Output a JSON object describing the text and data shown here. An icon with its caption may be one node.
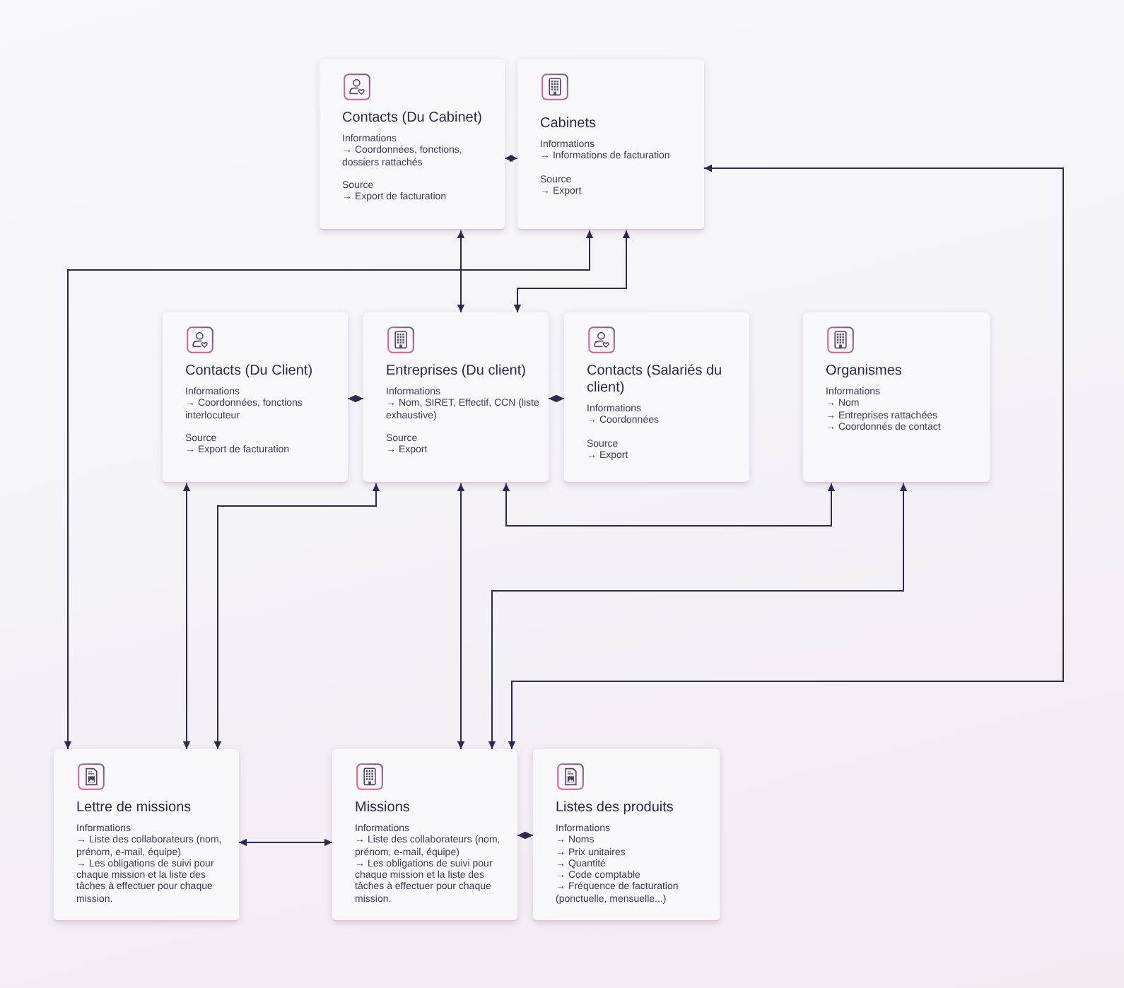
{
  "diagram": {
    "nodes": [
      {
        "text": [
          "Contacts (Du Cabinet)",
          "Informations",
          "→ Coordonnées, fonctions, dossiers rattachés",
          "Source",
          "→ Export de facturation"
        ]
      },
      {
        "text": [
          "Cabinets",
          "Informations",
          "→ Informations de facturation",
          "Source",
          "→ Export"
        ]
      },
      {
        "text": [
          "Contacts (Du Client)",
          "Informations",
          "→ Coordonnées, fonctions interlocuteur",
          "Source",
          "→ Export de facturation"
        ]
      },
      {
        "text": [
          "Entreprises (Du client)",
          "Informations",
          "→ Nom, SIRET, Effectif, CCN (liste exhaustive)",
          "Source",
          "→ Export"
        ]
      },
      {
        "text": [
          "Contacts (Salariés du client)",
          "Informations",
          "→ Coordonnées",
          "Source",
          "→ Export"
        ]
      },
      {
        "text": [
          "Organismes",
          "Informations",
          "→ Nom",
          "→ Entreprises rattachées",
          "→ Coordonnés de contact"
        ]
      },
      {
        "text": [
          "Lettre de missions",
          "Informations",
          "→ Liste des collaborateurs (nom, prénom, e-mail, équipe)",
          "→ Les obligations de suivi pour chaque mission et la liste des tâches à effectuer pour chaque mission."
        ]
      },
      {
        "text": [
          "Missions",
          "Informations",
          "→ Liste des collaborateurs (nom, prénom, e-mail, équipe)",
          "→ Les obligations de suivi pour chaque mission et la liste des tâches à effectuer pour chaque mission."
        ]
      },
      {
        "text": [
          "Listes des produits",
          "Informations",
          "→ Noms",
          "→ Prix unitaires",
          "→ Quantité",
          "→ Code comptable",
          "→ Fréquence de facturation (ponctuelle, mensuelle...)"
        ]
      }
    ],
    "edges": [
      {
        "from": 0,
        "to": 1,
        "arrow": "both"
      },
      {
        "from": 0,
        "to": 3,
        "arrow": "both"
      },
      {
        "from": 1,
        "to": 6,
        "arrow": "both"
      },
      {
        "from": 1,
        "to": 3,
        "arrow": "both"
      },
      {
        "from": 1,
        "to": 7,
        "arrow": "both"
      },
      {
        "from": 2,
        "to": 3,
        "arrow": "both"
      },
      {
        "from": 3,
        "to": 4,
        "arrow": "both"
      },
      {
        "from": 2,
        "to": 6,
        "arrow": "both"
      },
      {
        "from": 3,
        "to": 6,
        "arrow": "both"
      },
      {
        "from": 3,
        "to": 7,
        "arrow": "both"
      },
      {
        "from": 3,
        "to": 5,
        "arrow": "both"
      },
      {
        "from": 5,
        "to": 7,
        "arrow": "both"
      },
      {
        "from": 6,
        "to": 7,
        "arrow": "both"
      },
      {
        "from": 7,
        "to": 8,
        "arrow": "both"
      }
    ]
  }
}
